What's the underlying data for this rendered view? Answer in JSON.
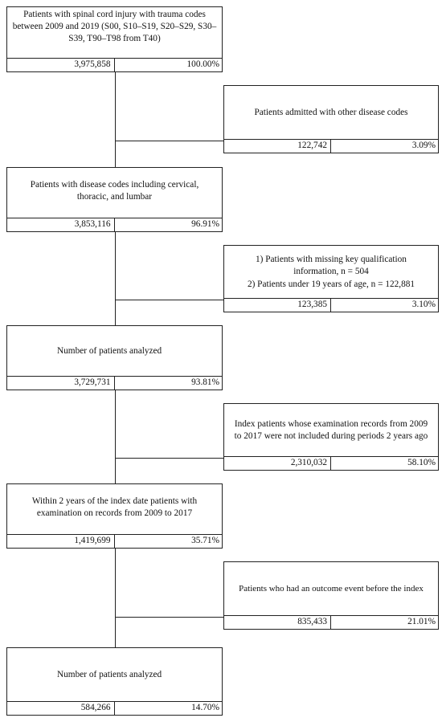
{
  "steps": [
    {
      "text": "Patients with spinal cord injury with trauma codes between 2009 and 2019 (S00, S10–S19, S20–S29, S30–S39, T90–T98 from T40)",
      "count": "3,975,858",
      "percent": "100.00%"
    },
    {
      "text": "Patients with disease codes including cervical, thoracic, and lumbar",
      "count": "3,853,116",
      "percent": "96.91%"
    },
    {
      "text": "Number of patients analyzed",
      "count": "3,729,731",
      "percent": "93.81%"
    },
    {
      "text": "Within 2 years of the index date patients with examination on records from 2009 to 2017",
      "count": "1,419,699",
      "percent": "35.71%"
    },
    {
      "text": "Number of patients analyzed",
      "count": "584,266",
      "percent": "14.70%"
    }
  ],
  "exclusions": [
    {
      "lines": [
        "Patients admitted with other disease codes"
      ],
      "count": "122,742",
      "percent": "3.09%"
    },
    {
      "lines": [
        "1) Patients with missing key qualification information, n = 504",
        "2) Patients under 19 years of age, n = 122,881"
      ],
      "count": "123,385",
      "percent": "3.10%"
    },
    {
      "lines": [
        "Index patients whose examination records from 2009 to 2017 were not included during periods 2 years ago"
      ],
      "count": "2,310,032",
      "percent": "58.10%"
    },
    {
      "lines": [
        "Patients who had an outcome event before the index"
      ],
      "count": "835,433",
      "percent": "21.01%"
    }
  ]
}
